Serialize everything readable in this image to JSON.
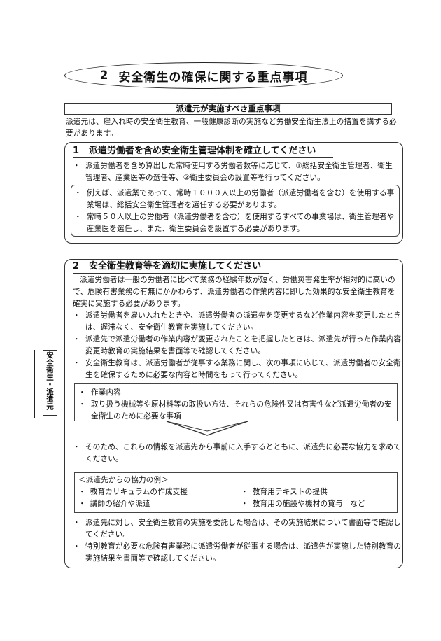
{
  "title": {
    "number": "2",
    "text": "安全衛生の確保に関する重点事項"
  },
  "dispatcher_heading": "派遣元が実施すべき重点事項",
  "intro": "派遣元は、雇入れ時の安全衛生教育、一般健康診断の実施など労働安全衛生法上の措置を講ずる必要があります。",
  "section1": {
    "number": "1",
    "title": "派遣労働者を含め安全衛生管理体制を確立してください",
    "items": [
      "派遣労働者を含め算出した常時使用する労働者数等に応じて、①総括安全衛生管理者、衛生管理者、産業医等の選任等、②衛生委員会の設置等を行ってください。"
    ],
    "box_items": [
      "例えば、派遣業であって、常時１０００人以上の労働者（派遣労働者を含む）を使用する事業場は、総括安全衛生管理者を選任する必要があります。",
      "常時５０人以上の労働者（派遣労働者を含む）を使用するすべての事業場は、衛生管理者や産業医を選任し、また、衛生委員会を設置する必要があります。"
    ]
  },
  "section2": {
    "number": "2",
    "title": "安全衛生教育等を適切に実施してください",
    "body": "派遣労働者は一般の労働者に比べて業務の経験年数が短く、労働災害発生率が相対的に高いので、危険有害業務の有無にかかわらず、派遣労働者の作業内容に即した効果的な安全衛生教育を確実に実施する必要があります。",
    "items": [
      "派遣労働者を雇い入れたときや、派遣労働者の派遣先を変更するなど作業内容を変更したときは、遅滞なく、安全衛生教育を実施してください。",
      "派遣先で派遣労働者の作業内容が変更されたことを把握したときは、派遣先が行った作業内容変更時教育の実施結果を書面等で確認してください。",
      "安全衛生教育は、派遣労働者が従事する業務に関し、次の事項に応じて、派遣労働者の安全衛生を確保するために必要な内容と時間をもって行ってください。"
    ],
    "matters": [
      "作業内容",
      "取り扱う機械等や原材料等の取扱い方法、それらの危険性又は有害性など派遣労働者の安全衛生のために必要な事項"
    ],
    "after": "そのため、これらの情報を派遣先から事前に入手するとともに、派遣先に必要な協力を求めてください。",
    "coop_label": "＜派遣先からの協力の例＞",
    "coop_items": [
      "教育カリキュラムの作成支援",
      "教育用テキストの提供",
      "講師の紹介や派遣",
      "教育用の施設や機材の貸与　など"
    ],
    "final_items": [
      "派遣先に対し、安全衛生教育の実施を委託した場合は、その実施結果について書面等で確認してください。",
      "特別教育が必要な危険有害業務に派遣労働者が従事する場合は、派遣先が実施した特別教育の実施結果を書面等で確認してください。"
    ]
  },
  "side_tab": "安全衛生・派遣元",
  "bullet_char": "・"
}
